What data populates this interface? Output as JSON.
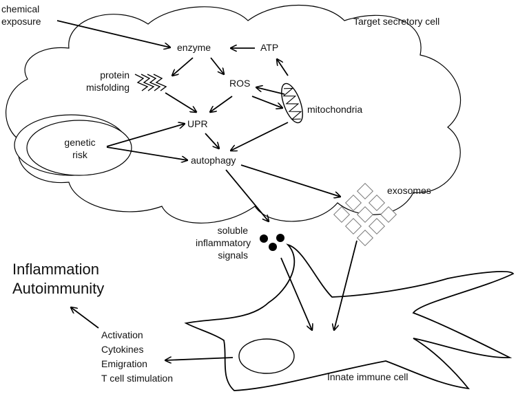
{
  "labels": {
    "chemical_exposure": "chemical\nexposure",
    "target_cell": "Target secretory cell",
    "enzyme": "enzyme",
    "atp": "ATP",
    "protein_misfolding": "protein\nmisfolding",
    "ros": "ROS",
    "mitochondria": "mitochondria",
    "upr": "UPR",
    "genetic_risk": "genetic\nrisk",
    "autophagy": "autophagy",
    "exosomes": "exosomes",
    "soluble_signals": "soluble\ninflammatory\nsignals",
    "inflammation": "Inflammation",
    "autoimmunity": "Autoimmunity",
    "responses": [
      "Activation",
      "Cytokines",
      "Emigration",
      "T cell stimulation"
    ],
    "innate_cell": "Innate immune cell"
  },
  "colors": {
    "stroke": "#000000",
    "background": "#ffffff",
    "text": "#111111"
  }
}
